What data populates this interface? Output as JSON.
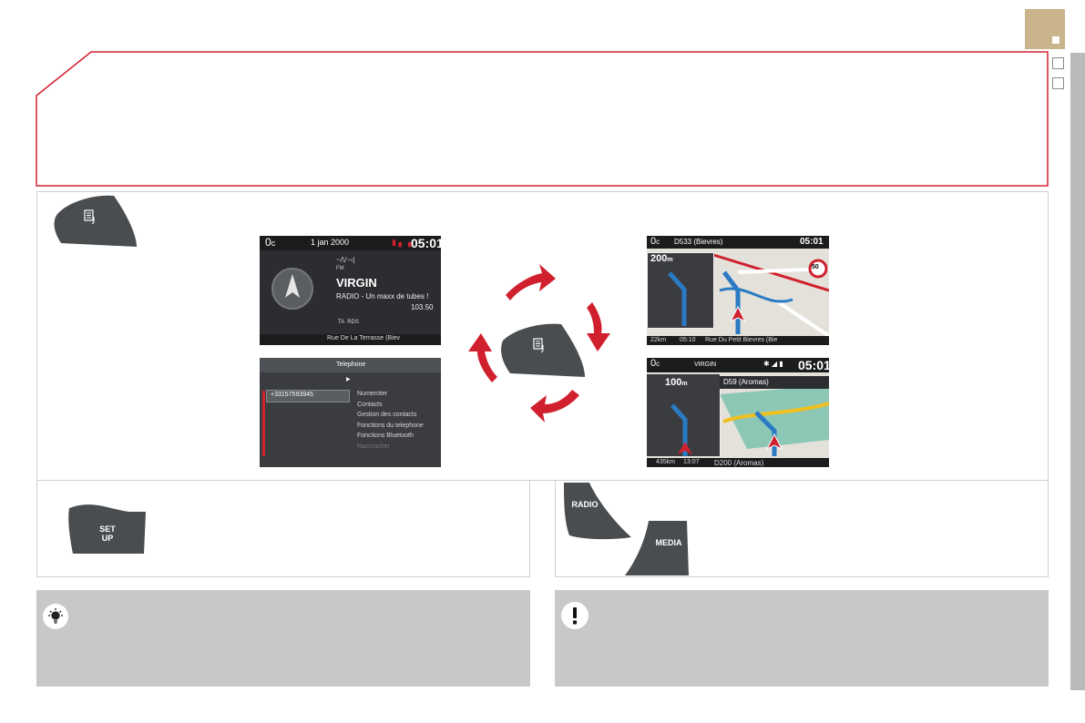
{
  "colors": {
    "frame_red": "#d0202e",
    "tab_gold": "#c9b48c",
    "grey_panel": "#c8c8c8",
    "key_dark": "#4a4d50"
  },
  "icons": {
    "mode_key": "mode-document-icon",
    "tip": "lightbulb-icon",
    "warning": "exclamation-icon"
  },
  "keys": {
    "setup_line1": "SET",
    "setup_line2": "UP",
    "radio": "RADIO",
    "media": "MEDIA"
  },
  "screen_radio": {
    "temp": "0",
    "temp_unit": "c",
    "date": "1  jan  2000",
    "time": "05:01",
    "band": "FM",
    "station": "VIRGIN",
    "rds_text": "RADIO - Un maxx de tubes !",
    "frequency": "103.50",
    "flags": "TA  RDS",
    "street": "Rue De La Terrasse (Biev"
  },
  "screen_phone": {
    "title": "Telephone",
    "number": "+33157593945",
    "menu": [
      "Numeroter",
      "Contacts",
      "Gestion des contacts",
      "Fonctions du telephone",
      "Fonctions  Bluetooth",
      "Raccrocher"
    ]
  },
  "screen_nav1": {
    "temp": "0",
    "temp_unit": "c",
    "road": "D533 (Bievres)",
    "time": "05:01",
    "distance": "200",
    "distance_unit": "m",
    "speed_limit": "50",
    "trip": "22km",
    "eta": "05:10",
    "street": "Rue Du Petit Bievres (Bie"
  },
  "screen_nav2": {
    "temp": "0",
    "temp_unit": "c",
    "station": "VIRGIN",
    "time": "05:01",
    "distance": "100",
    "distance_unit": "m",
    "road": "D59 (Aromas)",
    "trip": "435km",
    "eta": "13:07",
    "street": "D200 (Aromas)"
  }
}
